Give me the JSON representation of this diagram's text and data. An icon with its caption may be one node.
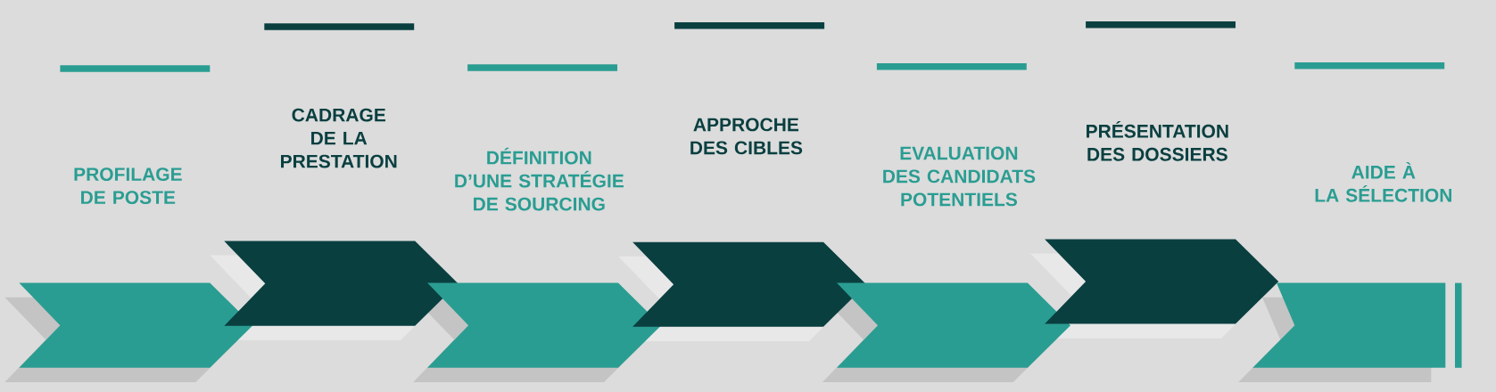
{
  "diagram": {
    "nodes": [
      {
        "text": [
          "PROFILAGE DE POSTE"
        ]
      },
      {
        "text": [
          "CADRAGE DE LA PRESTATION"
        ]
      },
      {
        "text": [
          "DÉFINITION D’UNE STRATÉGIE DE SOURCING"
        ]
      },
      {
        "text": [
          "APPROCHE DES CIBLES"
        ]
      },
      {
        "text": [
          "EVALUATION DES CANDIDATS POTENTIELS"
        ]
      },
      {
        "text": [
          "PRÉSENTATION DES DOSSIERS"
        ]
      },
      {
        "text": [
          "AIDE À LA SÉLECTION"
        ]
      }
    ]
  }
}
